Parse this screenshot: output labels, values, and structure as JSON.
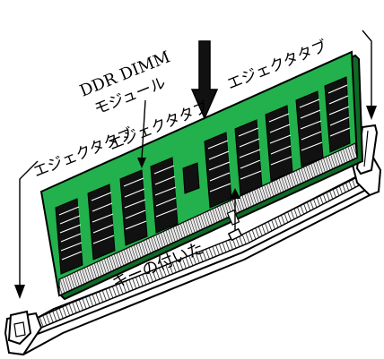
{
  "labels": {
    "module_line1": "DDR DIMM",
    "module_line2": "モジュール",
    "eject_tab_left": "エジェクタタブ",
    "eject_tab_top": "エジェクタタブ",
    "eject_tab_right": "エジェクタタブ",
    "keyed": "キーの付いた"
  },
  "colors": {
    "pcb": "#22b14c",
    "pcb_dark": "#118a33",
    "chip": "#111111",
    "pin": "#d8d8d8",
    "slot": "#ffffff",
    "ink": "#000000"
  }
}
